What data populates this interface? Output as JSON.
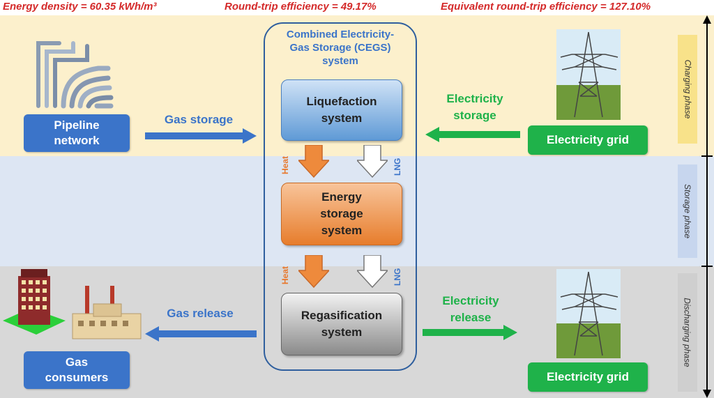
{
  "metrics": {
    "energy_density": "Energy density = 60.35 kWh/m³",
    "round_trip": "Round-trip efficiency = 49.17%",
    "equivalent": "Equivalent round-trip efficiency = 127.10%"
  },
  "phases": {
    "charging": "Charging phase",
    "storage": "Storage phase",
    "discharging": "Discharging phase"
  },
  "left": {
    "pipeline_line1": "Pipeline",
    "pipeline_line2": "network",
    "gas_storage": "Gas storage",
    "gas_release": "Gas release",
    "consumers_line1": "Gas",
    "consumers_line2": "consumers"
  },
  "center": {
    "title_line1": "Combined Electricity-",
    "title_line2": "Gas Storage (CEGS)",
    "title_line3": "system",
    "liq_line1": "Liquefaction",
    "liq_line2": "system",
    "ess_line1": "Energy",
    "ess_line2": "storage",
    "ess_line3": "system",
    "reg_line1": "Regasification",
    "reg_line2": "system",
    "heat": "Heat",
    "lng": "LNG"
  },
  "right": {
    "elec_storage_line1": "Electricity",
    "elec_storage_line2": "storage",
    "elec_release_line1": "Electricity",
    "elec_release_line2": "release",
    "grid_top": "Electricity grid",
    "grid_bottom": "Electricity grid"
  },
  "colors": {
    "blue": "#3b74c9",
    "green": "#1fb24a",
    "orange": "#e8782c",
    "metric_red": "#d42a2a"
  }
}
